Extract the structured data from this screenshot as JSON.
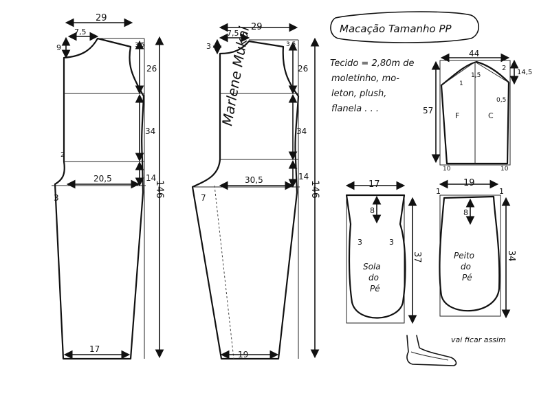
{
  "title": "Macação Tamanho PP",
  "fabric_note": [
    "Tecido = 2,80m de",
    "moletinho, mo-",
    "leton, plush,",
    "flanela . . ."
  ],
  "signature": "Marlene Mukai",
  "front_pattern": {
    "width": "29",
    "neck_width": "7,5",
    "neck_drop": "9",
    "shoulder_drop": "3,5",
    "armhole_depth": "26",
    "waist_length": "34",
    "crotch_length": "14",
    "total_length": "146",
    "hip_width": "20,5",
    "crotch_ext": "3",
    "waist_mark": "2",
    "hem_width": "17"
  },
  "back_pattern": {
    "width": "29",
    "neck_width": "7,5",
    "neck_drop": "3",
    "shoulder_drop": "3,5",
    "armhole_depth": "26",
    "waist_length": "34",
    "crotch_length": "14",
    "total_length": "146",
    "hip_width": "30,5",
    "crotch_ext": "7",
    "hem_width": "19"
  },
  "sleeve": {
    "width": "44",
    "length": "57",
    "cap_height": "14,5",
    "mark_2": "2",
    "mark_1": "1",
    "mark_1_5": "1,5",
    "mark_0_5": "0,5",
    "front_label": "F",
    "back_label": "C",
    "cuff_left": "10",
    "cuff_right": "10"
  },
  "sole": {
    "width": "17",
    "depth": "8",
    "mark_left": "3",
    "mark_right": "3",
    "length": "37",
    "label": [
      "Sola",
      "do",
      "Pé"
    ]
  },
  "instep": {
    "width": "19",
    "depth": "8",
    "mark_left": "1",
    "mark_right": "1",
    "length": "34",
    "label": [
      "Peito",
      "do",
      "Pé"
    ]
  },
  "result_note": "vai ficar assim"
}
